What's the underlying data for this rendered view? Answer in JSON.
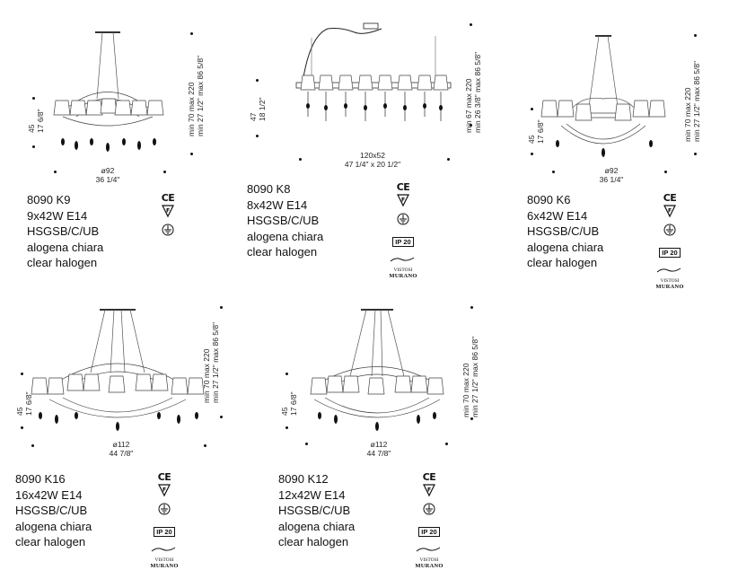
{
  "models": [
    {
      "code": "8090 K9",
      "power": "9x42W E14",
      "finish": "HSGSB/C/UB",
      "desc_it": "alogena chiara",
      "desc_en": "clear halogen",
      "height_cm": "45",
      "height_in": "17 6/8\"",
      "width_cm": "ø92",
      "width_in": "36 1/4\"",
      "drop_1": "min 70  max 220",
      "drop_2": "min 27 1/2\"  max 86 5/8\""
    },
    {
      "code": "8090 K8",
      "power": "8x42W E14",
      "finish": "HSGSB/C/UB",
      "desc_it": "alogena chiara",
      "desc_en": "clear halogen",
      "height_cm": "47",
      "height_in": "18 1/2\"",
      "width_cm": "120x52",
      "width_in": "47 1/4\" x 20 1/2\"",
      "drop_1": "min 67  max 220",
      "drop_2": "min 26 3/8\"  max 86 5/8\""
    },
    {
      "code": "8090 K6",
      "power": "6x42W E14",
      "finish": "HSGSB/C/UB",
      "desc_it": "alogena chiara",
      "desc_en": "clear halogen",
      "height_cm": "45",
      "height_in": "17 6/8\"",
      "width_cm": "ø92",
      "width_in": "36 1/4\"",
      "drop_1": "min 70  max 220",
      "drop_2": "min 27 1/2\"  max 86 5/8\""
    },
    {
      "code": "8090 K16",
      "power": "16x42W E14",
      "finish": "HSGSB/C/UB",
      "desc_it": "alogena chiara",
      "desc_en": "clear halogen",
      "height_cm": "45",
      "height_in": "17 6/8\"",
      "width_cm": "ø112",
      "width_in": "44 7/8\"",
      "drop_1": "min 70  max 220",
      "drop_2": "min 27 1/2\"  max 86 5/8\""
    },
    {
      "code": "8090 K12",
      "power": "12x42W E14",
      "finish": "HSGSB/C/UB",
      "desc_it": "alogena chiara",
      "desc_en": "clear halogen",
      "height_cm": "45",
      "height_in": "17 6/8\"",
      "width_cm": "ø112",
      "width_in": "44 7/8\"",
      "drop_1": "min 70  max 220",
      "drop_2": "min 27 1/2\"  max 86 5/8\""
    }
  ],
  "marks": {
    "ce": "CE",
    "ip": "IP 20",
    "brand_top": "VISTOSI",
    "brand_bottom": "MURANO"
  },
  "icon_names": [
    "ce-mark-icon",
    "f-mark-icon",
    "ground-symbol-icon",
    "ip20-badge",
    "murano-logo-icon"
  ]
}
